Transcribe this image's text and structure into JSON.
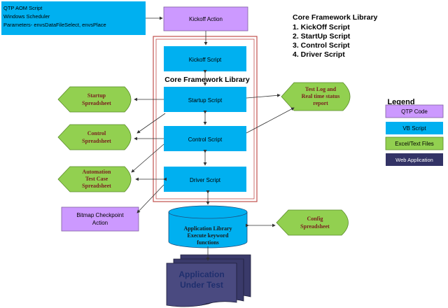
{
  "info_box": {
    "lines": [
      "QTP AOM Script",
      "Windows Scheduler",
      "Parameters- envsDataFileSelect, envsPlace"
    ]
  },
  "kickoff_action": {
    "label": "Kickoff Action"
  },
  "framework_panel": {
    "title": "Core Framework Library",
    "kickoff_script": "Kickoff Script",
    "startup_script": "Startup Script",
    "control_script": "Control Script",
    "driver_script": "Driver Script"
  },
  "framework_list": {
    "title": "Core Framework Library",
    "items": [
      "1. KickOff Script",
      "2. StartUp Script",
      "3. Control Script",
      "4. Driver Script"
    ]
  },
  "startup_spreadsheet": {
    "lines": [
      "Startup",
      "Spreadsheet"
    ]
  },
  "control_spreadsheet": {
    "lines": [
      "Control",
      "Spreadsheet"
    ]
  },
  "automation_spreadsheet": {
    "lines": [
      "Automation",
      "Test Case",
      "Spreadsheet"
    ]
  },
  "bitmap_action": {
    "lines": [
      "Bitmap Checkpoint",
      "Action"
    ]
  },
  "test_log": {
    "lines": [
      "Test Log and",
      "Real time status",
      "report"
    ]
  },
  "config_spreadsheet": {
    "lines": [
      "Config",
      "Spreadsheet"
    ]
  },
  "app_library": {
    "lines": [
      "Application Library",
      "Execute keyword",
      "functions"
    ]
  },
  "app_under_test": {
    "lines": [
      "Application",
      "Under Test"
    ]
  },
  "legend": {
    "title": "Legend",
    "items": [
      {
        "label": "QTP Code",
        "color": "#cc99ff"
      },
      {
        "label": "VB Script",
        "color": "#00b0f0"
      },
      {
        "label": "Excel/Text Files",
        "color": "#92d050"
      },
      {
        "label": "Web Application",
        "color": "#333366"
      }
    ]
  },
  "colors": {
    "qtp": "#cc99ff",
    "vb": "#00b0f0",
    "excel": "#92d050",
    "web": "#333366",
    "panel_border": "#c0504d"
  }
}
